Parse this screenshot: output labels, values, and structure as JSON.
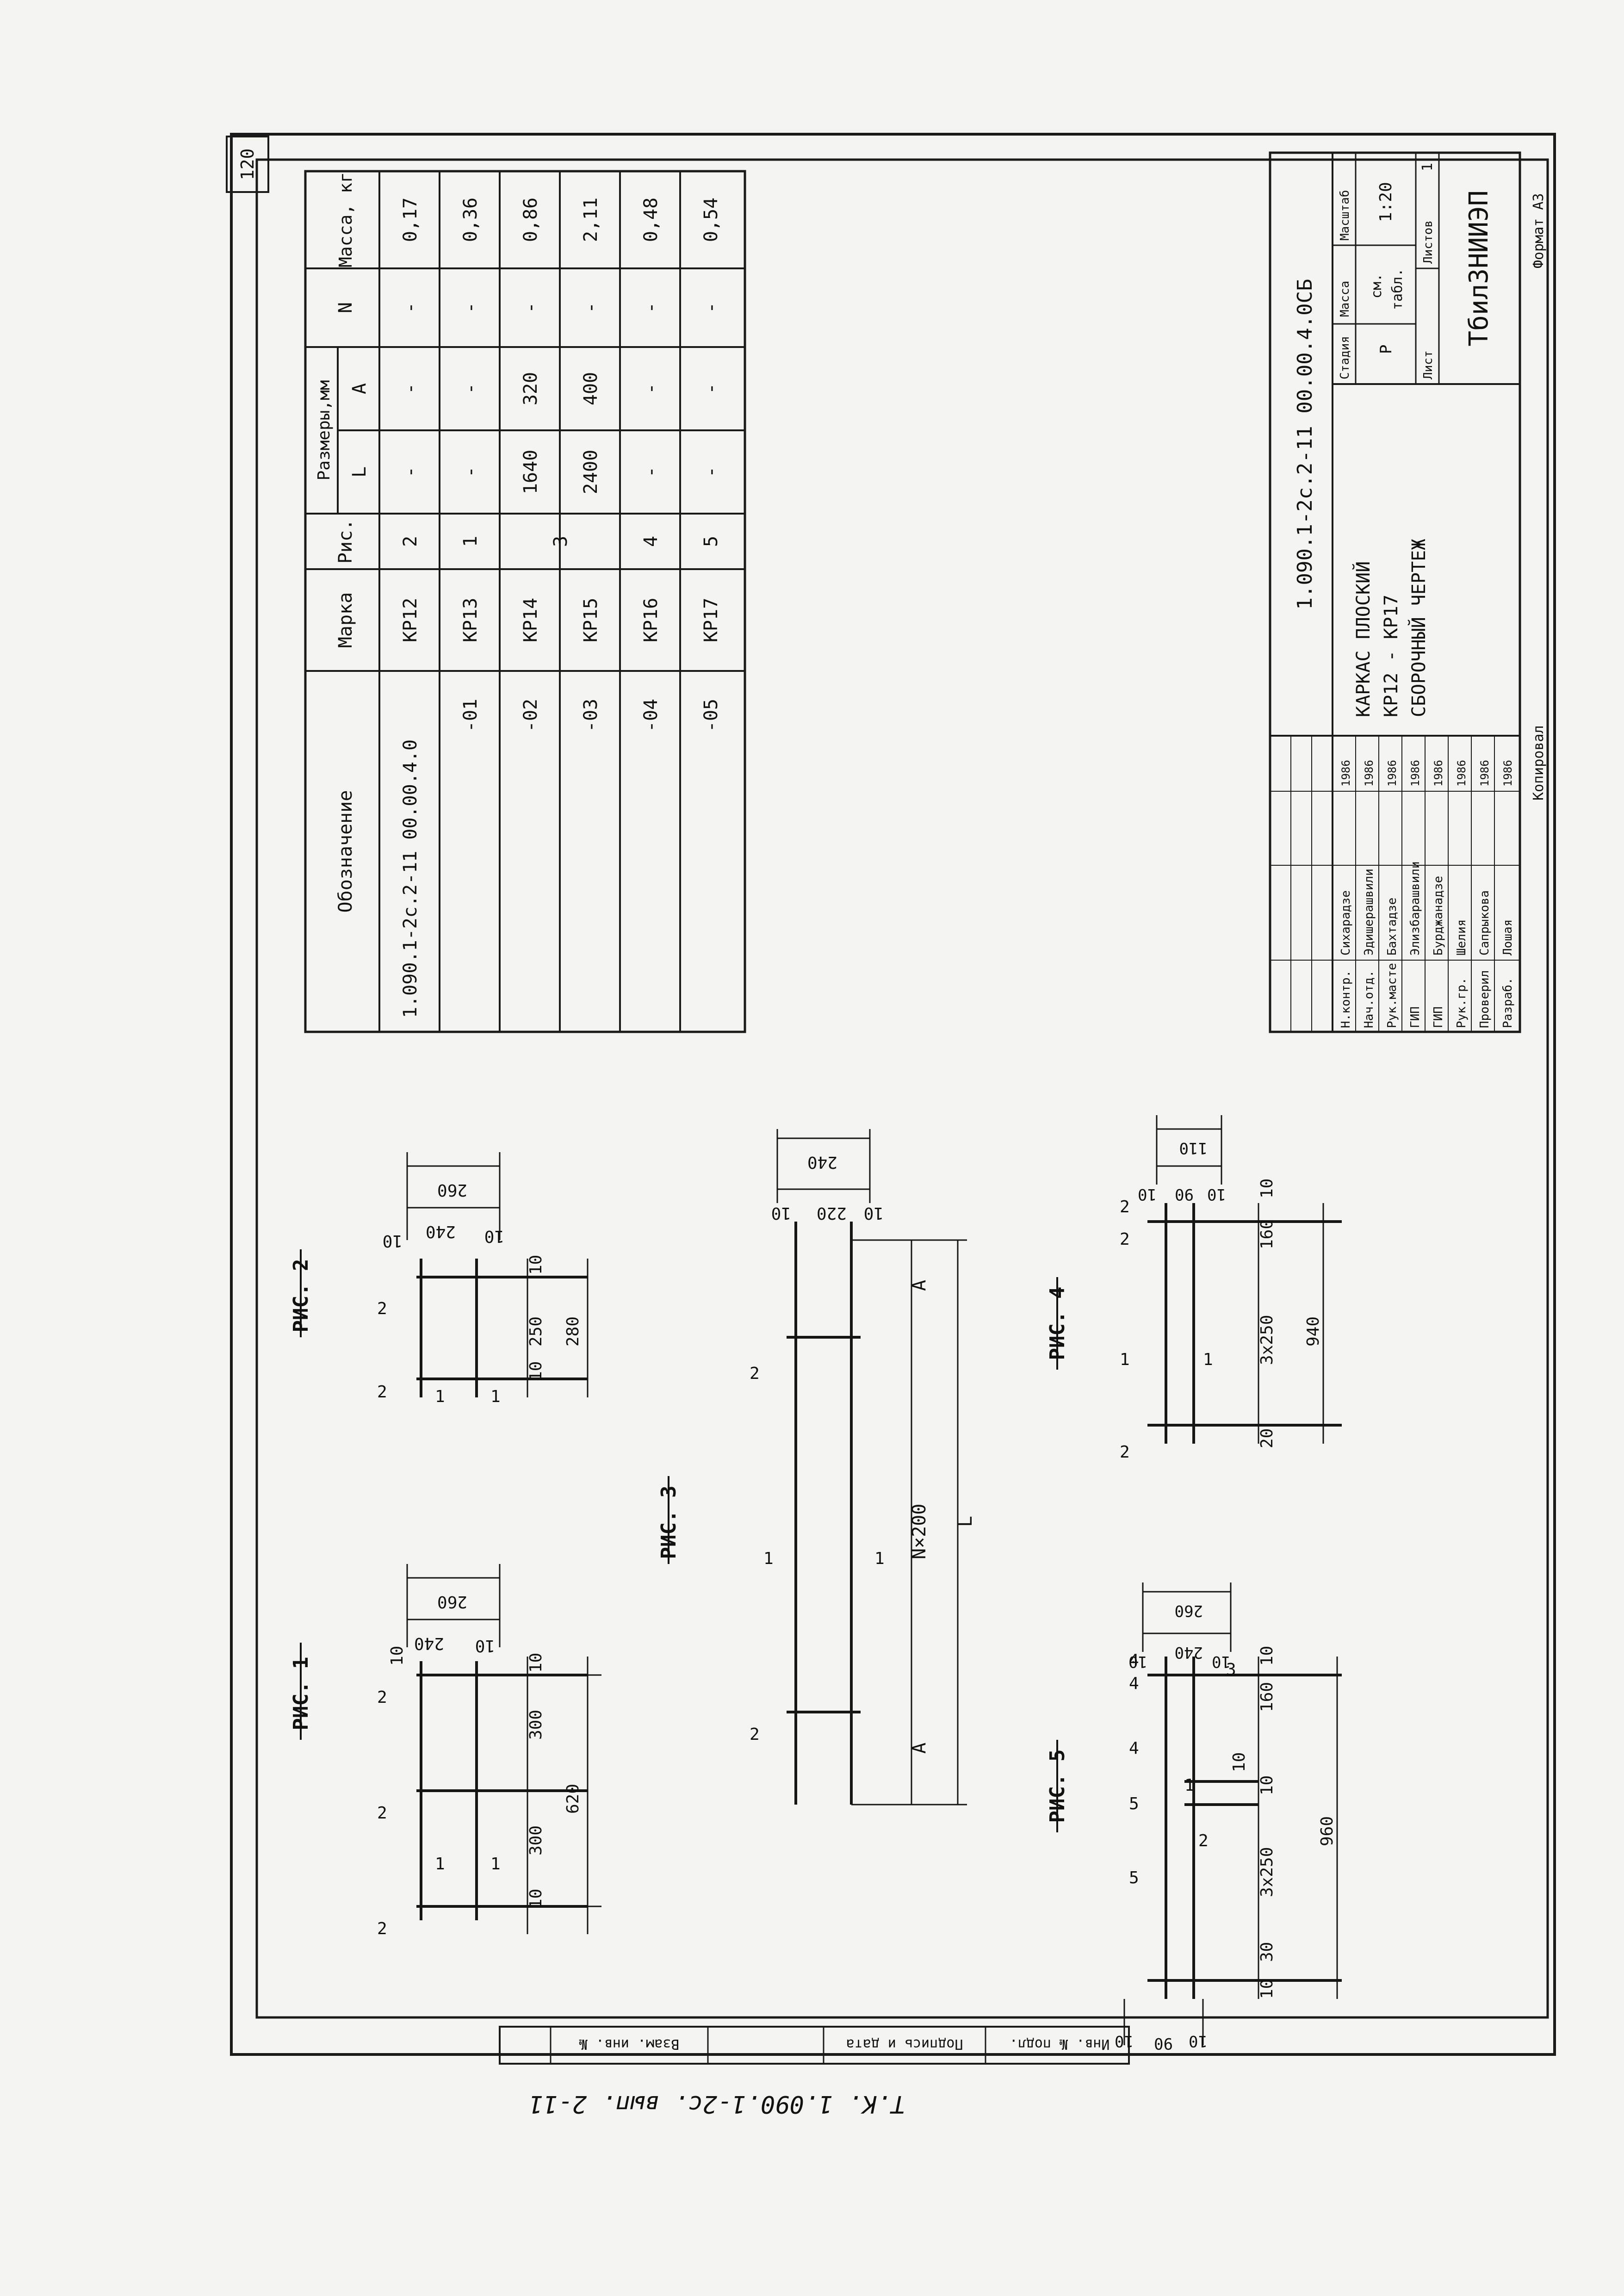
{
  "sheet": {
    "number": "120",
    "doc_code": "1.090.1-2с.2-11 00.00.4.0СБ",
    "title_lines": [
      "КАРКАС ПЛОСКИЙ",
      "КР12 - КР17",
      "СБОРОЧНЫЙ ЧЕРТЕЖ"
    ],
    "stage_label": "Стадия",
    "stage_value": "Р",
    "mass_label": "Масса",
    "mass_value_lines": [
      "см.",
      "табл."
    ],
    "scale_label": "Масштаб",
    "scale_value": "1:20",
    "sheet_label": "Лист",
    "sheets_label": "Листов",
    "sheets_value": "1",
    "organization": "ТбилЗНИИЭП",
    "copied_label": "Копировал",
    "format_label": "Формат А3",
    "signatures": [
      {
        "role": "Н.контр.",
        "name": "Сихарадзе",
        "date": "1986"
      },
      {
        "role": "Нач.отд.",
        "name": "Эдишерашвили",
        "date": "1986"
      },
      {
        "role": "Рук.масте",
        "name": "Бахтадзе",
        "date": "1986"
      },
      {
        "role": "ГИП",
        "name": "Элизбарашвили",
        "date": "1986"
      },
      {
        "role": "ГИП",
        "name": "Бурджанадзе",
        "date": "1986"
      },
      {
        "role": "Рук.гр.",
        "name": "Шелия",
        "date": "1986"
      },
      {
        "role": "Проверил",
        "name": "Сапрыкова",
        "date": "1986"
      },
      {
        "role": "Разраб.",
        "name": "Лошая",
        "date": "1986"
      }
    ],
    "margin_stamp_labels": [
      "Инв. № подл.",
      "Подпись и дата",
      "Взам. инв. №"
    ],
    "handwritten_album": "Т.К. 1.090.1-2с. вып. 2-11"
  },
  "spec_table": {
    "headers": {
      "designation": "Обозначение",
      "mark": "Марка",
      "fig": "Рис.",
      "sizes": "Размеры,мм",
      "L": "L",
      "A": "A",
      "N": "N",
      "mass": "Масса, кг"
    },
    "rows": [
      {
        "designation": "1.090.1-2с.2-11 00.00.4.0",
        "mark": "КР12",
        "fig": "2",
        "L": "-",
        "A": "-",
        "N": "-",
        "mass": "0,17"
      },
      {
        "designation": "-01",
        "mark": "КР13",
        "fig": "1",
        "L": "-",
        "A": "-",
        "N": "-",
        "mass": "0,36"
      },
      {
        "designation": "-02",
        "mark": "КР14",
        "fig": "3",
        "L": "1640",
        "A": "320",
        "N": "-",
        "mass": "0,86"
      },
      {
        "designation": "-03",
        "mark": "КР15",
        "fig": "",
        "L": "2400",
        "A": "400",
        "N": "-",
        "mass": "2,11"
      },
      {
        "designation": "-04",
        "mark": "КР16",
        "fig": "4",
        "L": "-",
        "A": "-",
        "N": "-",
        "mass": "0,48"
      },
      {
        "designation": "-05",
        "mark": "КР17",
        "fig": "5",
        "L": "-",
        "A": "-",
        "N": "-",
        "mass": "0,54"
      }
    ]
  },
  "figures": {
    "fig1": {
      "label": "РИС. 1",
      "dims": [
        "10",
        "300",
        "300",
        "10",
        "620",
        "10",
        "240",
        "10",
        "260"
      ],
      "callouts": [
        "2",
        "2",
        "2",
        "1",
        "1"
      ]
    },
    "fig2": {
      "label": "РИС. 2",
      "dims": [
        "10",
        "250",
        "10",
        "280",
        "10",
        "240",
        "10",
        "260"
      ],
      "callouts": [
        "2",
        "2",
        "1",
        "1"
      ]
    },
    "fig3": {
      "label": "РИС. 3",
      "dims": [
        "A",
        "N×200",
        "A",
        "L",
        "10",
        "220",
        "10",
        "240"
      ],
      "callouts": [
        "2",
        "1",
        "1",
        "2"
      ]
    },
    "fig4": {
      "label": "РИС. 4",
      "dims": [
        "20",
        "3x250",
        "160",
        "10",
        "940",
        "10",
        "90",
        "10",
        "110"
      ],
      "callouts": [
        "2",
        "1",
        "1",
        "2",
        "2"
      ]
    },
    "fig5": {
      "label": "РИС. 5",
      "dims": [
        "10",
        "30",
        "3x250",
        "10",
        "10",
        "160",
        "10",
        "960",
        "10",
        "90",
        "10",
        "10",
        "240",
        "10",
        "260"
      ],
      "callouts": [
        "5",
        "5",
        "1",
        "4",
        "4",
        "4",
        "2",
        "3"
      ]
    }
  }
}
